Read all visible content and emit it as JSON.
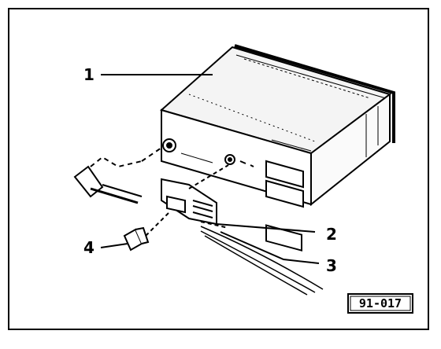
{
  "diagram": {
    "callouts": [
      "1",
      "2",
      "3",
      "4"
    ],
    "reference_code": "91-017"
  }
}
